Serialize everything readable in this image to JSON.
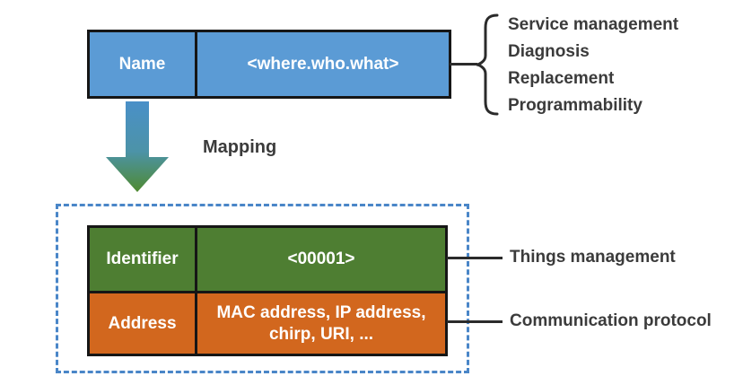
{
  "top_box": {
    "key": "Name",
    "value": "<where.who.what>"
  },
  "brace_items": [
    "Service management",
    "Diagnosis",
    "Replacement",
    "Programmability"
  ],
  "mapping_label": "Mapping",
  "bottom_box": {
    "rows": [
      {
        "key": "Identifier",
        "value": "<00001>",
        "label": "Things management"
      },
      {
        "key": "Address",
        "value": "MAC address, IP address, chirp, URI, ...",
        "label": "Communication protocol"
      }
    ]
  },
  "colors": {
    "name_box_blue": "#5B9BD5",
    "identifier_green": "#4E7E32",
    "address_orange": "#D2671E",
    "dashed_border_blue": "#4A86C8",
    "arrow_gradient_top": "#4A90C8",
    "arrow_gradient_bottom": "#4F8A30",
    "text_dark": "#3B3B3B",
    "border_black": "#161616"
  }
}
